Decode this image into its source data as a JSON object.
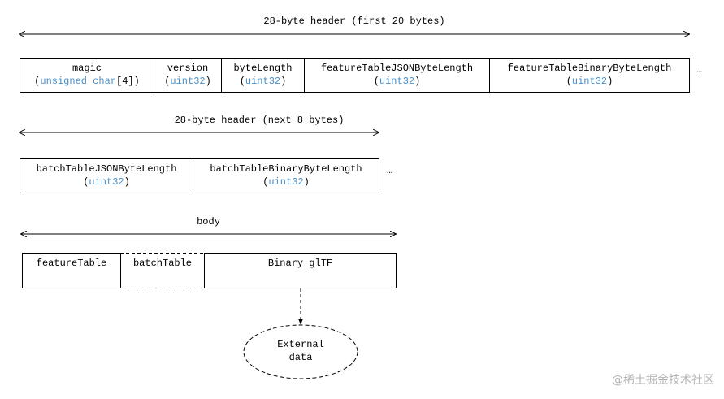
{
  "section1": {
    "title": "28-byte header (first 20 bytes)",
    "cells": [
      {
        "name": "magic",
        "type_prefix": "(",
        "type_kw": "unsigned char",
        "type_suffix": "[4])"
      },
      {
        "name": "version",
        "type_prefix": "(",
        "type_kw": "uint32",
        "type_suffix": ")"
      },
      {
        "name": "byteLength",
        "type_prefix": "(",
        "type_kw": "uint32",
        "type_suffix": ")"
      },
      {
        "name": "featureTableJSONByteLength",
        "type_prefix": "(",
        "type_kw": "uint32",
        "type_suffix": ")"
      },
      {
        "name": "featureTableBinaryByteLength",
        "type_prefix": "(",
        "type_kw": "uint32",
        "type_suffix": ")"
      }
    ],
    "ellipsis": "…"
  },
  "section2": {
    "title": "28-byte header (next 8 bytes)",
    "cells": [
      {
        "name": "batchTableJSONByteLength",
        "type_prefix": "(",
        "type_kw": "uint32",
        "type_suffix": ")"
      },
      {
        "name": "batchTableBinaryByteLength",
        "type_prefix": "(",
        "type_kw": "uint32",
        "type_suffix": ")"
      }
    ],
    "ellipsis": "…"
  },
  "section3": {
    "title": "body",
    "cells": [
      {
        "name": "featureTable"
      },
      {
        "name": "batchTable"
      },
      {
        "name": "Binary glTF"
      }
    ],
    "external": {
      "line1": "External",
      "line2": "data"
    }
  },
  "watermark": "@稀土掘金技术社区",
  "colors": {
    "type_keyword": "#4a8fc7",
    "line": "#000000",
    "watermark": "#b4b4b4"
  }
}
